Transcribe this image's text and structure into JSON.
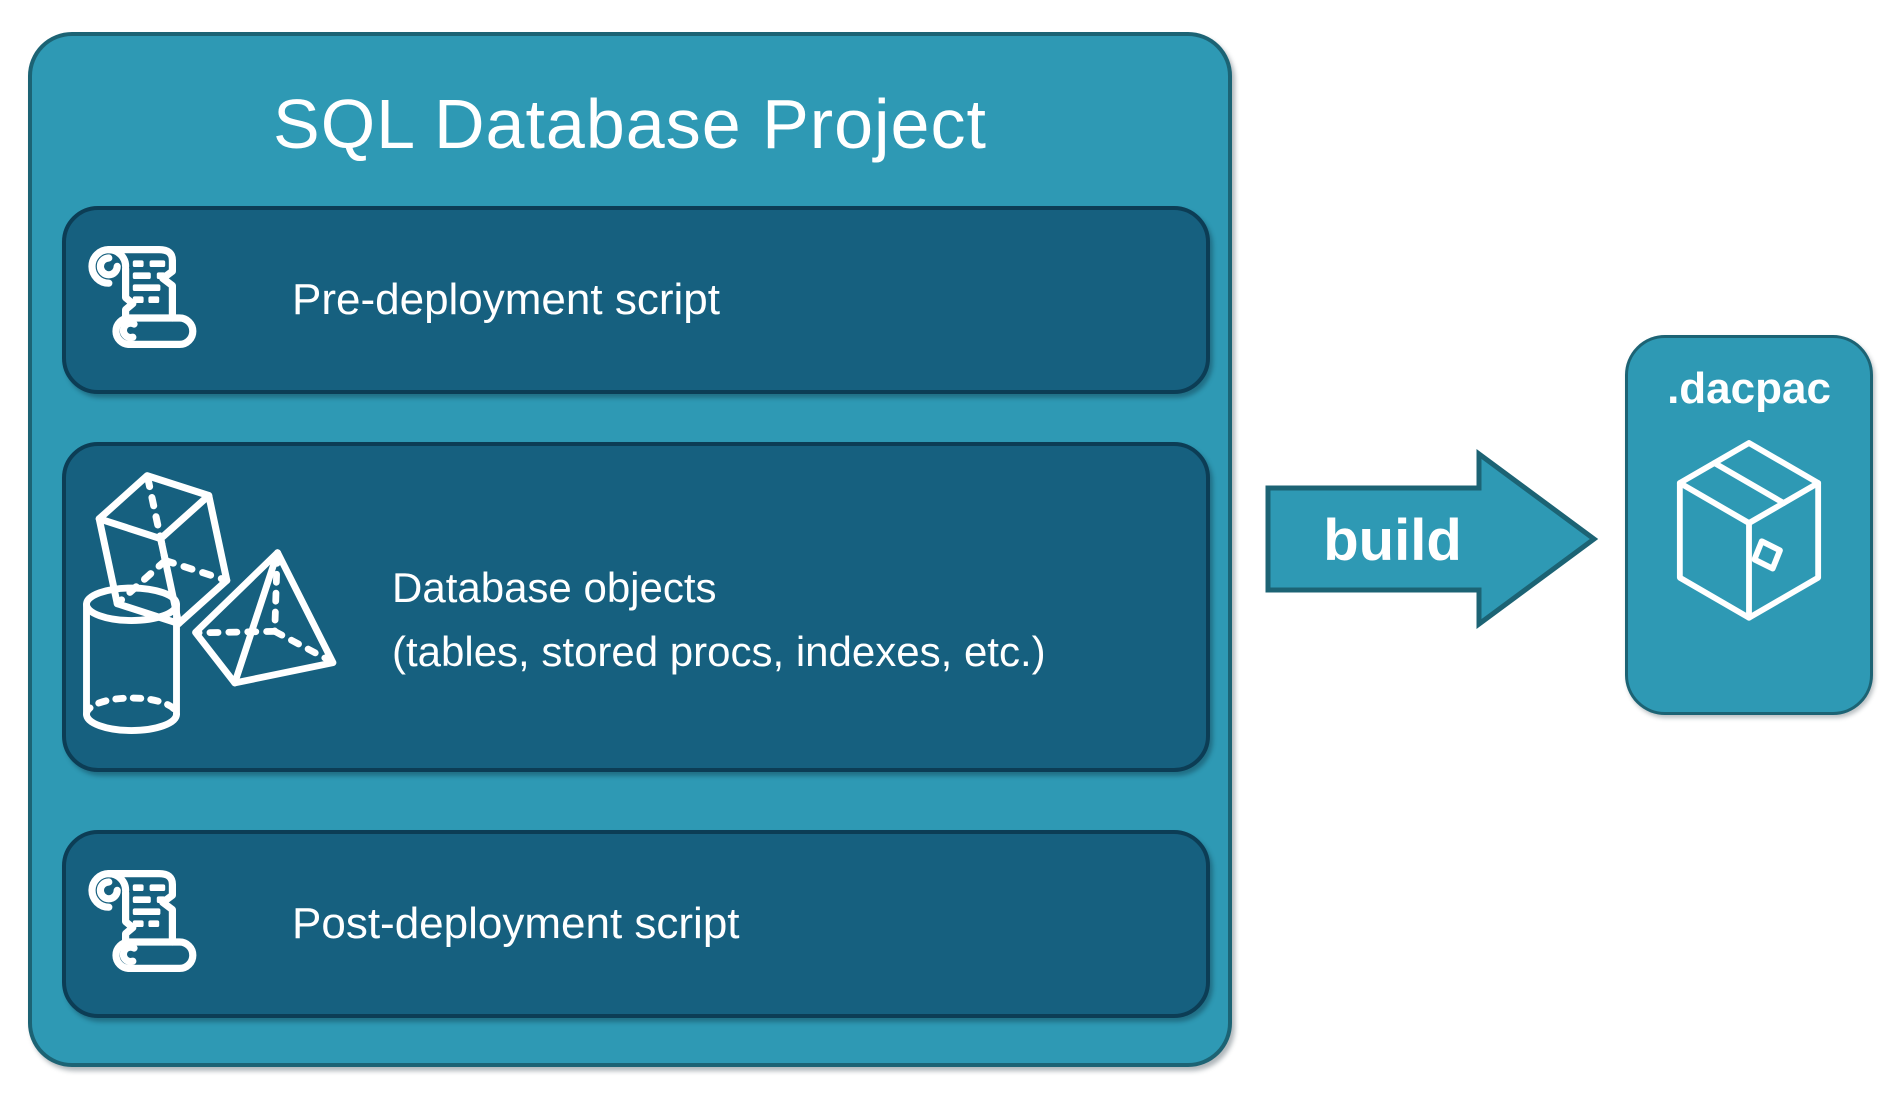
{
  "colors": {
    "teal": "#2E99B4",
    "teal_border": "#1C6374",
    "panel": "#16607F",
    "panel_border": "#0C3D55",
    "text": "#FFFFFF",
    "background": "#FFFFFF"
  },
  "project": {
    "title": "SQL Database Project",
    "boxes": {
      "pre": {
        "icon": "scroll-icon",
        "label": "Pre-deployment script"
      },
      "objects": {
        "icons": [
          "cube-icon",
          "pyramid-icon",
          "cylinder-icon"
        ],
        "line1": "Database objects",
        "line2": "(tables, stored procs, indexes, etc.)"
      },
      "post": {
        "icon": "scroll-icon",
        "label": "Post-deployment script"
      }
    }
  },
  "build_arrow": {
    "label": "build"
  },
  "dacpac": {
    "icon": "package-icon",
    "label": ".dacpac"
  }
}
